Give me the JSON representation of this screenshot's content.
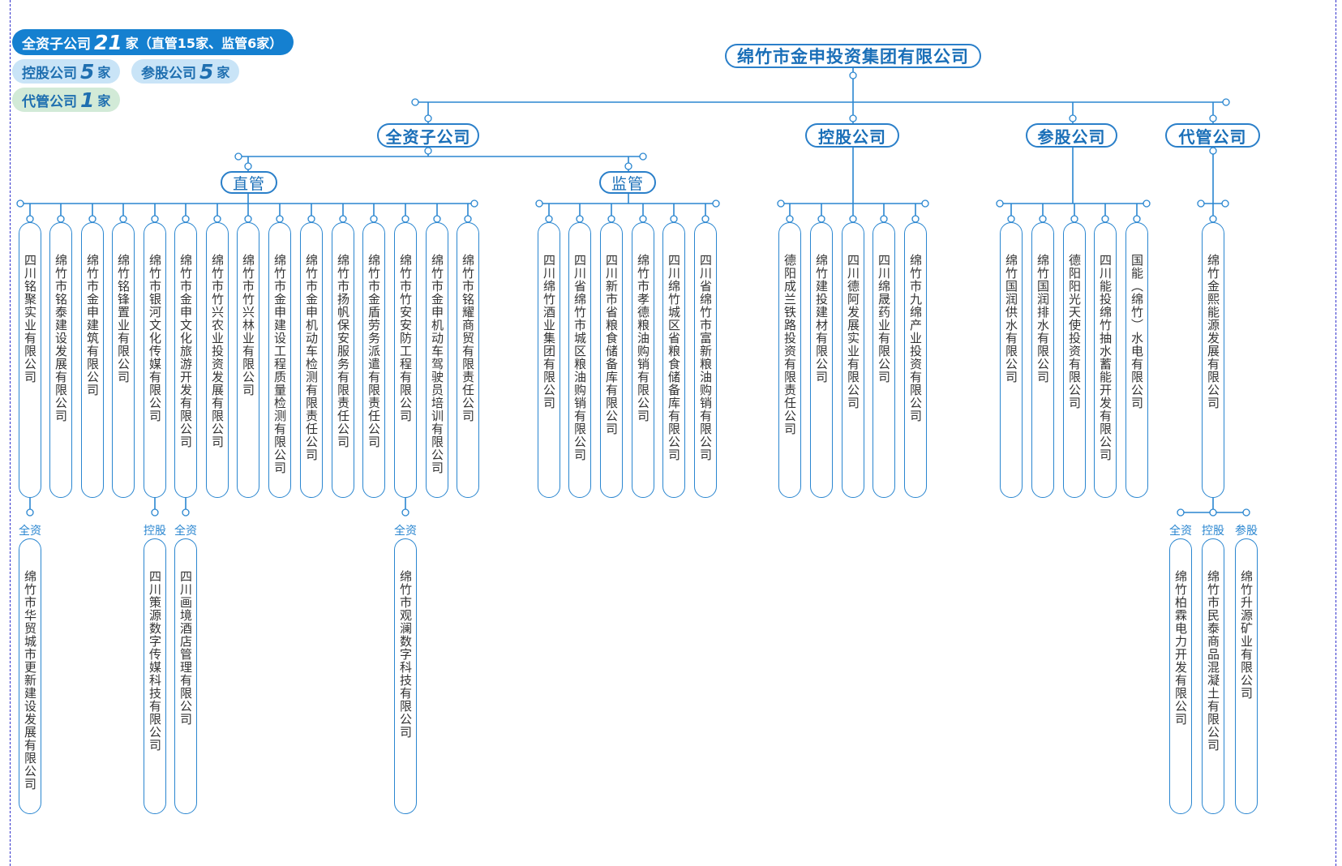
{
  "summary": {
    "full": {
      "prefix": "全资子公司",
      "count": "21",
      "suffix": "家（直管15家、监管6家）"
    },
    "controlled": {
      "prefix": "控股公司",
      "count": "5",
      "suffix": "家"
    },
    "participated": {
      "prefix": "参股公司",
      "count": "5",
      "suffix": "家"
    },
    "delegated": {
      "prefix": "代管公司",
      "count": "1",
      "suffix": "家"
    }
  },
  "root": "绵竹市金申投资集团有限公司",
  "categories": {
    "full": "全资子公司",
    "controlled": "控股公司",
    "participated": "参股公司",
    "delegated": "代管公司",
    "direct": "直管",
    "supervised": "监管"
  },
  "direct_companies": [
    "四川铭聚实业有限公司",
    "绵竹市铭泰建设发展有限公司",
    "绵竹市金申建筑有限公司",
    "绵竹铭锋置业有限公司",
    "绵竹市银河文化传媒有限公司",
    "绵竹市金申文化旅游开发有限公司",
    "绵竹市竹兴农业投资发展有限公司",
    "绵竹市竹兴林业有限公司",
    "绵竹市金申建设工程质量检测有限公司",
    "绵竹市金申机动车检测有限责任公司",
    "绵竹市扬帆保安服务有限责任公司",
    "绵竹市金盾劳务派遣有限责任公司",
    "绵竹市竹安安防工程有限公司",
    "绵竹市金申机动车驾驶员培训有限公司",
    "绵竹市铭耀商贸有限责任公司"
  ],
  "supervised_companies": [
    "四川绵竹酒业集团有限公司",
    "四川省绵竹市城区粮油购销有限公司",
    "四川新市省粮食储备库有限公司",
    "绵竹市孝德粮油购销有限公司",
    "四川绵竹城区省粮食储备库有限公司",
    "四川省绵竹市富新粮油购销有限公司"
  ],
  "controlled_companies": [
    "德阳成兰铁路投资有限责任公司",
    "绵竹建投建材有限公司",
    "四川德阿发展实业有限公司",
    "四川绵晟药业有限公司",
    "绵竹市九绵产业投资有限公司"
  ],
  "participated_companies": [
    "绵竹国润供水有限公司",
    "绵竹国润排水有限公司",
    "德阳阳光天使投资有限公司",
    "四川能投绵竹抽水蓄能开发有限公司",
    "国能（绵竹）水电有限公司"
  ],
  "delegated_companies": [
    "绵竹金熙能源发展有限公司"
  ],
  "subsidiaries": [
    {
      "parent_index": 0,
      "group": "direct",
      "tag": "全资",
      "name": "绵竹市华贸城市更新建设发展有限公司"
    },
    {
      "parent_index": 4,
      "group": "direct",
      "tag": "控股",
      "name": "四川策源数字传媒科技有限公司"
    },
    {
      "parent_index": 5,
      "group": "direct",
      "tag": "全资",
      "name": "四川画境酒店管理有限公司"
    },
    {
      "parent_index": 12,
      "group": "direct",
      "tag": "全资",
      "name": "绵竹市观澜数字科技有限公司"
    },
    {
      "parent_index": 0,
      "group": "delegated",
      "tag": "全资",
      "name": "绵竹柏霖电力开发有限公司"
    },
    {
      "parent_index": 0,
      "group": "delegated",
      "tag": "控股",
      "name": "绵竹市民泰商品混凝土有限公司"
    },
    {
      "parent_index": 0,
      "group": "delegated",
      "tag": "参股",
      "name": "绵竹升源矿业有限公司"
    }
  ],
  "colors": {
    "line": "#2a86d0",
    "accent": "#1580d0",
    "text": "#333333"
  }
}
